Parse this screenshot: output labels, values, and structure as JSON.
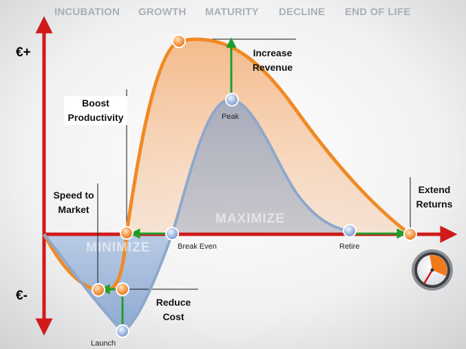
{
  "phases": [
    "INCUBATION",
    "GROWTH",
    "MATURITY",
    "DECLINE",
    "END OF LIFE"
  ],
  "axis": {
    "positive": "€+",
    "negative": "€-"
  },
  "callouts": {
    "increase_revenue": "Increase\nRevenue",
    "boost_productivity": "Boost\nProductivity",
    "speed_to_market": "Speed to\nMarket",
    "reduce_cost": "Reduce\nCost",
    "extend_returns": "Extend\nReturns"
  },
  "points": {
    "peak": "Peak",
    "break_even": "Break Even",
    "retire": "Retire",
    "launch": "Launch"
  },
  "zones": {
    "minimize": "MINIMIZE",
    "maximize": "MAXIMIZE"
  },
  "colors": {
    "axis": "#d01a1a",
    "orange_curve": "#f08a24",
    "blue_curve": "#8ea8cc",
    "green_arrow": "#1e9e2e"
  },
  "icons": [
    "timer-icon"
  ]
}
